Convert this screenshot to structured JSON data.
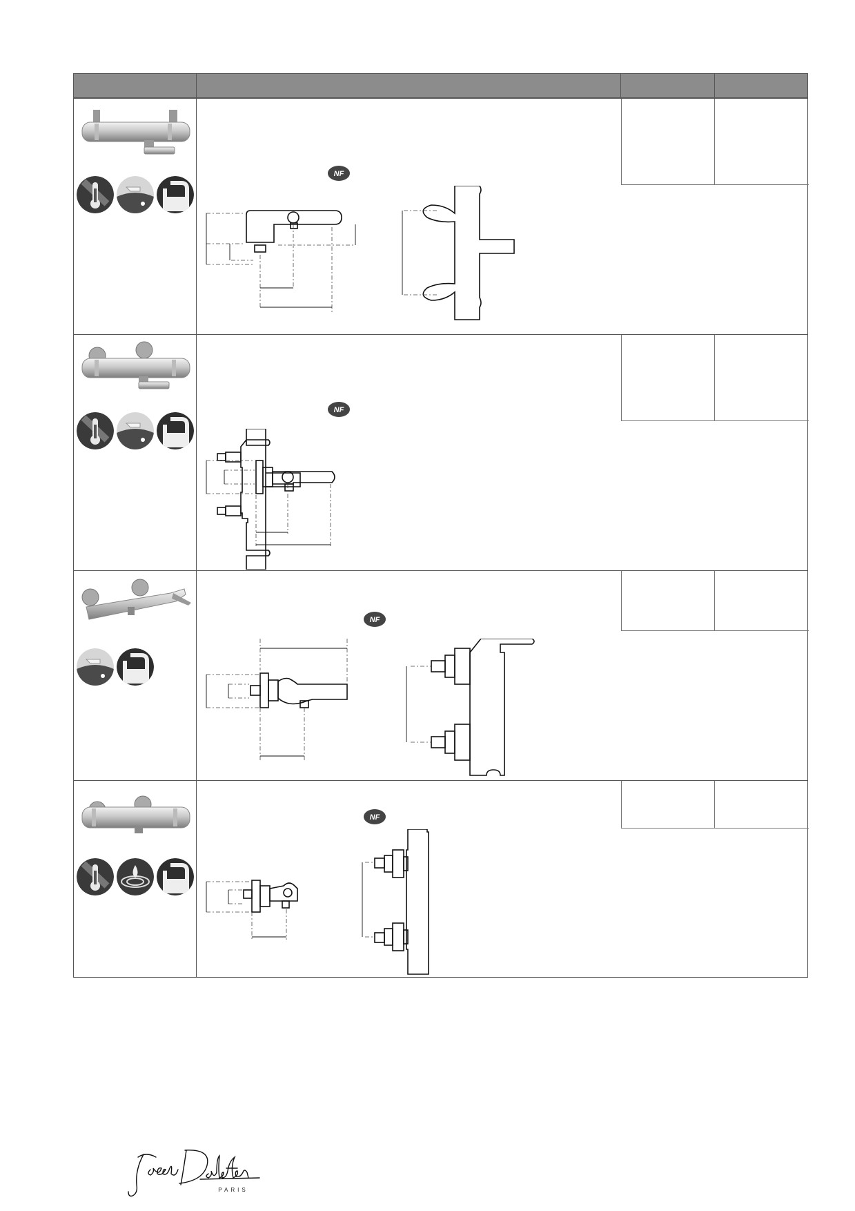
{
  "table": {
    "header": [
      "",
      "",
      "",
      ""
    ],
    "rows": [
      {
        "id": "row-1",
        "icons": [
          "thermometer-icon",
          "bath-spout-icon",
          "chrome-finish-icon"
        ],
        "nf_mark": "NF"
      },
      {
        "id": "row-2",
        "icons": [
          "thermometer-icon",
          "bath-spout-icon",
          "chrome-finish-icon"
        ],
        "nf_mark": "NF"
      },
      {
        "id": "row-3",
        "icons": [
          "bath-spout-icon",
          "chrome-finish-icon"
        ],
        "nf_mark": "NF"
      },
      {
        "id": "row-4",
        "icons": [
          "thermometer-icon",
          "water-drop-icon",
          "chrome-finish-icon"
        ],
        "nf_mark": "NF"
      }
    ]
  },
  "brand": {
    "name": "Jacob Delafon",
    "city": "PARIS"
  }
}
